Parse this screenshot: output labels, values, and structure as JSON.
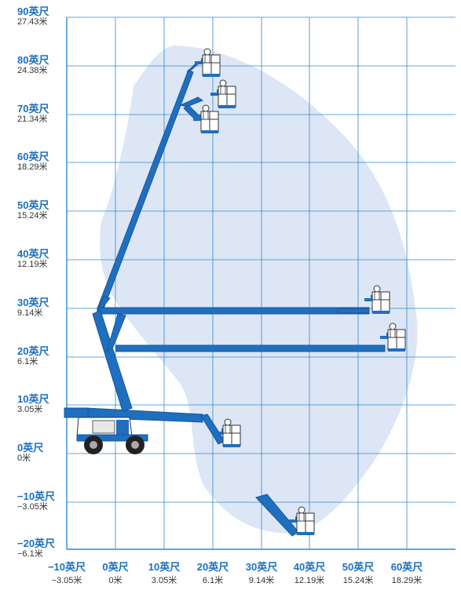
{
  "diagram": {
    "y_axis_labels": [
      {
        "ft": "90英尺",
        "m": "27.43米"
      },
      {
        "ft": "80英尺",
        "m": "24.38米"
      },
      {
        "ft": "70英尺",
        "m": "21.34米"
      },
      {
        "ft": "60英尺",
        "m": "18.29米"
      },
      {
        "ft": "50英尺",
        "m": "15.24米"
      },
      {
        "ft": "40英尺",
        "m": "12.19米"
      },
      {
        "ft": "30英尺",
        "m": "9.14米"
      },
      {
        "ft": "20英尺",
        "m": "6.1米"
      },
      {
        "ft": "10英尺",
        "m": "3.05米"
      },
      {
        "ft": "0英尺",
        "m": "0米"
      },
      {
        "ft": "−10英尺",
        "m": "−3.05米"
      },
      {
        "ft": "−20英尺",
        "m": "−6.1米"
      }
    ],
    "x_axis_labels": [
      {
        "ft": "−10英尺",
        "m": "−3.05米"
      },
      {
        "ft": "0英尺",
        "m": "0米"
      },
      {
        "ft": "10英尺",
        "m": "3.05米"
      },
      {
        "ft": "20英尺",
        "m": "6.1米"
      },
      {
        "ft": "30英尺",
        "m": "9.14米"
      },
      {
        "ft": "40英尺",
        "m": "12.19米"
      },
      {
        "ft": "50英尺",
        "m": "15.24米"
      },
      {
        "ft": "60英尺",
        "m": "18.29米"
      }
    ],
    "colors": {
      "grid": "#2f8ad0",
      "envelope": "#dde6f5",
      "boom": "#1f6fc0",
      "boom_dark": "#17589a",
      "label_ft": "#1c6fc0",
      "label_m": "#333333"
    },
    "icons": [
      "aerial-boom-lift-icon",
      "work-platform-icon",
      "wheel-icon"
    ]
  }
}
